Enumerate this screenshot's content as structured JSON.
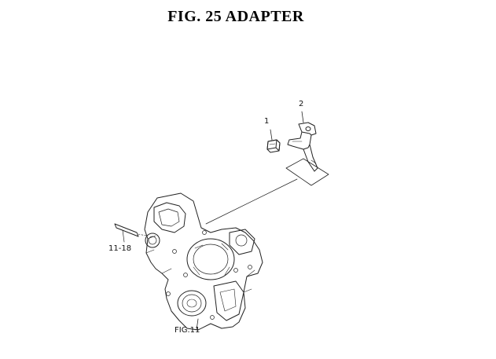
{
  "figure": {
    "title": "FIG. 25  ADAPTER"
  },
  "callouts": {
    "part_1": "1",
    "part_2": "2",
    "part_11_18": "11-18",
    "ref_fig_11": "FIG.11"
  },
  "colors": {
    "line": "#222222",
    "background": "#ffffff"
  }
}
